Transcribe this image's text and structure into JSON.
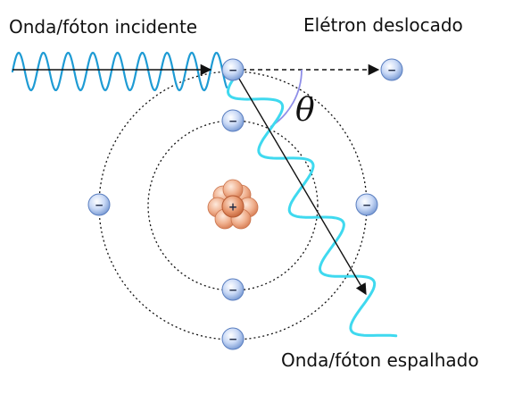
{
  "labels": {
    "incident": "Onda/fóton incidente",
    "displaced": "Elétron deslocado",
    "scattered": "Onda/fóton espalhado",
    "angle": "θ"
  },
  "symbols": {
    "electron": "−",
    "nucleus": "+"
  },
  "colors": {
    "wave": "#1e9bd4",
    "scattered_wave": "#3fd9ef",
    "angle_arc": "#8f8fe8",
    "electron_fill": "#c9d9f6",
    "nucleus_fill": "#f0b08e",
    "line": "#111111"
  },
  "icons": [
    "electron-icon",
    "nucleus-icon",
    "arrow-icon"
  ]
}
